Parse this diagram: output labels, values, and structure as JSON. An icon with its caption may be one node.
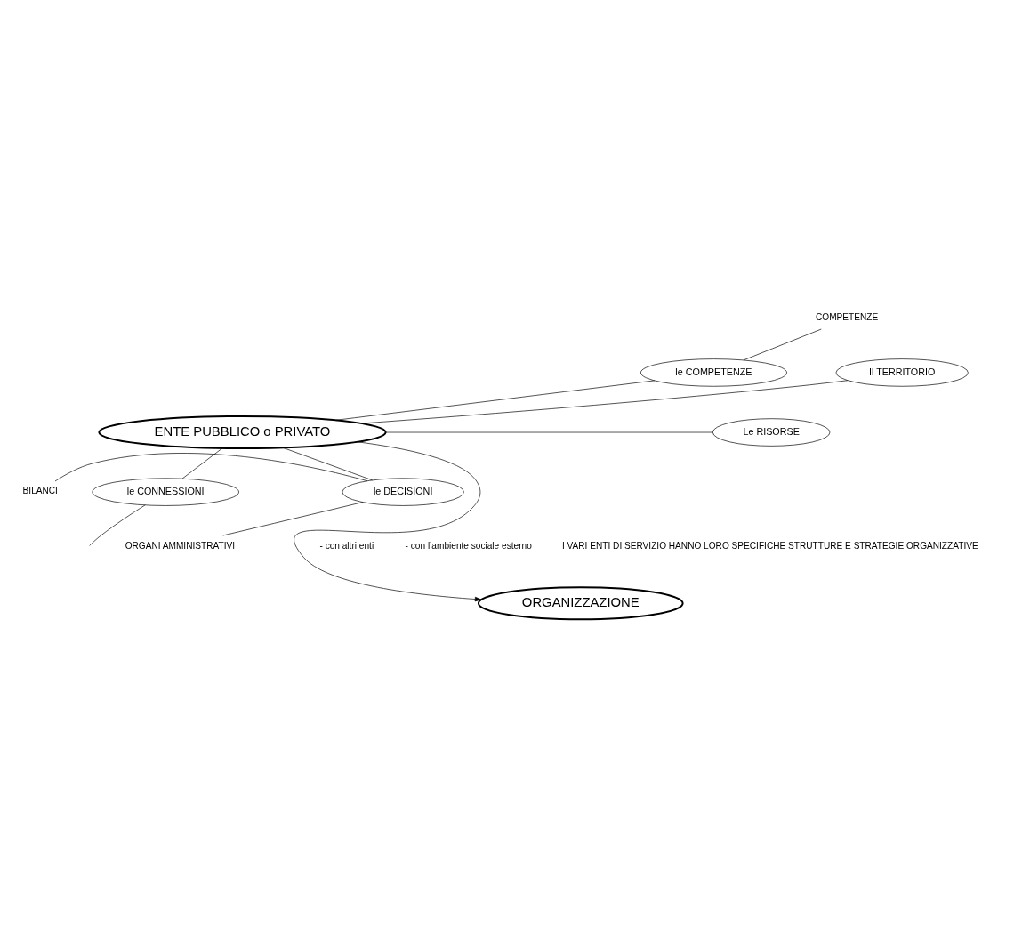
{
  "diagram": {
    "nodes": [
      {
        "text": [
          "ENTE PUBBLICO o PRIVATO"
        ]
      },
      {
        "text": [
          "le COMPETENZE"
        ]
      },
      {
        "text": [
          "Il TERRITORIO"
        ]
      },
      {
        "text": [
          "Le RISORSE"
        ]
      },
      {
        "text": [
          "le CONNESSIONI"
        ]
      },
      {
        "text": [
          "le DECISIONI"
        ]
      },
      {
        "text": [
          "ORGANIZZAZIONE"
        ]
      },
      {
        "text": [
          "COMPETENZE"
        ]
      },
      {
        "text": [
          "BILANCI"
        ]
      },
      {
        "text": [
          "ORGANI AMMINISTRATIVI"
        ]
      }
    ],
    "edges": [
      {
        "from": 0,
        "to": 1,
        "arrow": "none"
      },
      {
        "from": 0,
        "to": 2,
        "arrow": "none"
      },
      {
        "from": 0,
        "to": 3,
        "arrow": "none"
      },
      {
        "from": 0,
        "to": 4,
        "arrow": "none"
      },
      {
        "from": 0,
        "to": 5,
        "arrow": "none"
      },
      {
        "from": 0,
        "to": 6,
        "arrow": "to"
      },
      {
        "from": 7,
        "to": 1,
        "arrow": "none"
      },
      {
        "from": 5,
        "to": 8,
        "arrow": "none"
      },
      {
        "from": 5,
        "to": 9,
        "arrow": "none"
      },
      {
        "from": 4,
        "to": null,
        "arrow": "none"
      }
    ],
    "labels": [
      "- con altri enti",
      "- con l’ambiente sociale esterno",
      "I VARI ENTI DI SERVIZIO HANNO LORO SPECIFICHE STRUTTURE E STRATEGIE ORGANIZZATIVE"
    ]
  }
}
